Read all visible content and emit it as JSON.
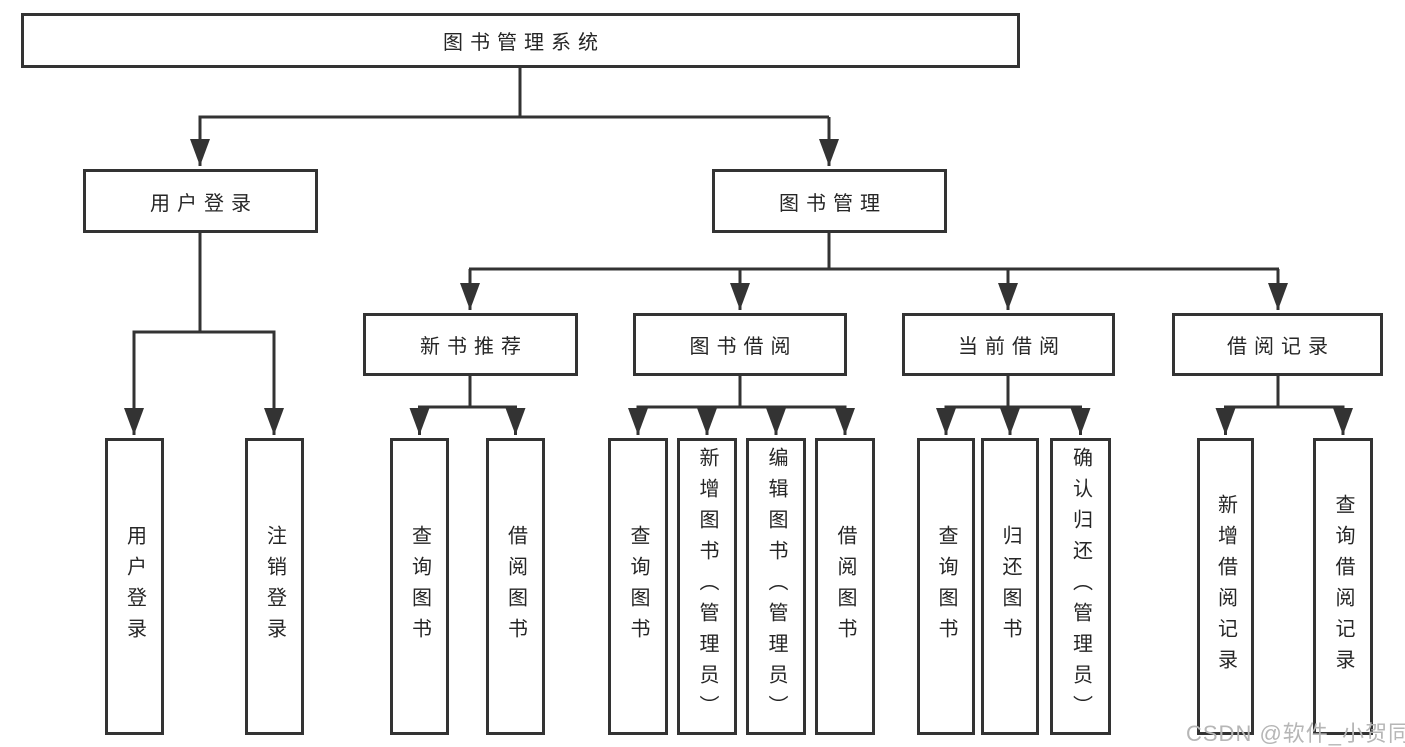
{
  "tree": {
    "root": {
      "label": "图书管理系统",
      "children": [
        {
          "label": "用户登录",
          "children": [
            {
              "label": "用户登录"
            },
            {
              "label": "注销登录"
            }
          ]
        },
        {
          "label": "图书管理",
          "children": [
            {
              "label": "新书推荐",
              "children": [
                {
                  "label": "查询图书"
                },
                {
                  "label": "借阅图书"
                }
              ]
            },
            {
              "label": "图书借阅",
              "children": [
                {
                  "label": "查询图书"
                },
                {
                  "label": "新增图书（管理员）"
                },
                {
                  "label": "编辑图书（管理员）"
                },
                {
                  "label": "借阅图书"
                }
              ]
            },
            {
              "label": "当前借阅",
              "children": [
                {
                  "label": "查询图书"
                },
                {
                  "label": "归还图书"
                },
                {
                  "label": "确认归还（管理员）"
                }
              ]
            },
            {
              "label": "借阅记录",
              "children": [
                {
                  "label": "新增借阅记录"
                },
                {
                  "label": "查询借阅记录"
                }
              ]
            }
          ]
        }
      ]
    }
  },
  "watermark": "CSDN @软件_小贺同学",
  "colors": {
    "line": "#333333",
    "box_border": "#333333",
    "text": "#262626",
    "background": "#ffffff",
    "watermark": "#b6b6b6"
  }
}
